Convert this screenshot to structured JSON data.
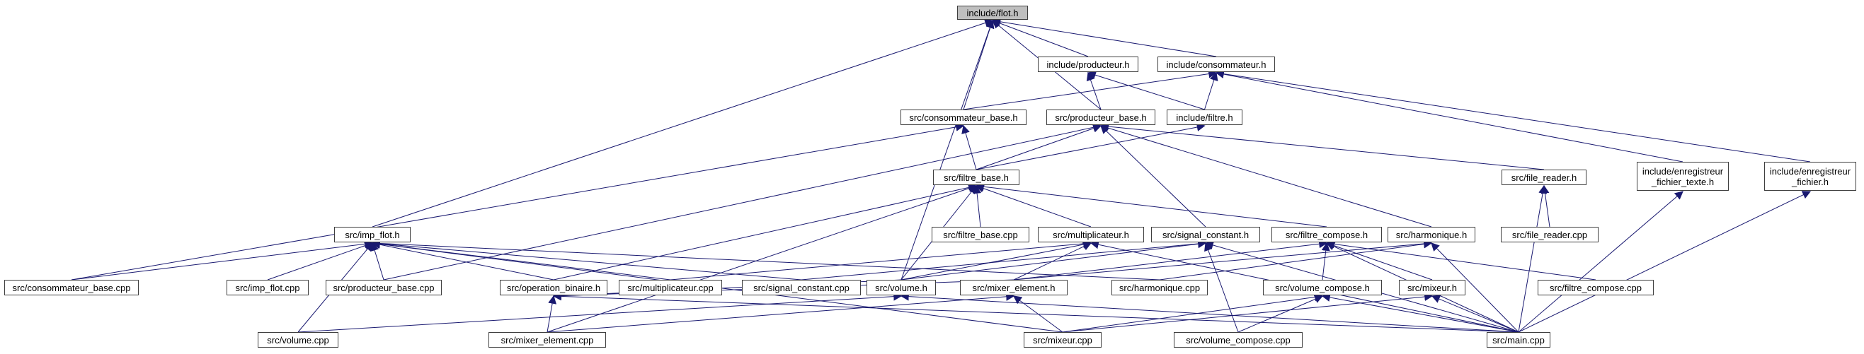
{
  "graph": {
    "title": "include/flot.h",
    "root_color": "#bfbfbf",
    "edge_color": "#191970",
    "nodes": {
      "flot_h": "include/flot.h",
      "producteur_h": "include/producteur.h",
      "consommateur_h": "include/consommateur.h",
      "consommateur_base_h": "src/consommateur_base.h",
      "producteur_base_h": "src/producteur_base.h",
      "filtre_h": "include/filtre.h",
      "filtre_base_h": "src/filtre_base.h",
      "file_reader_h": "src/file_reader.h",
      "enreg_texte_h": "include/enregistreur\n_fichier_texte.h",
      "enreg_fichier_h": "include/enregistreur\n_fichier.h",
      "imp_flot_h": "src/imp_flot.h",
      "filtre_base_cpp": "src/filtre_base.cpp",
      "multiplicateur_h": "src/multiplicateur.h",
      "signal_constant_h": "src/signal_constant.h",
      "filtre_compose_h": "src/filtre_compose.h",
      "harmonique_h": "src/harmonique.h",
      "file_reader_cpp": "src/file_reader.cpp",
      "consommateur_base_cpp": "src/consommateur_base.cpp",
      "imp_flot_cpp": "src/imp_flot.cpp",
      "producteur_base_cpp": "src/producteur_base.cpp",
      "operation_binaire_h": "src/operation_binaire.h",
      "multiplicateur_cpp": "src/multiplicateur.cpp",
      "signal_constant_cpp": "src/signal_constant.cpp",
      "volume_h": "src/volume.h",
      "mixer_element_h": "src/mixer_element.h",
      "harmonique_cpp": "src/harmonique.cpp",
      "volume_compose_h": "src/volume_compose.h",
      "mixeur_h": "src/mixeur.h",
      "filtre_compose_cpp": "src/filtre_compose.cpp",
      "volume_cpp": "src/volume.cpp",
      "mixer_element_cpp": "src/mixer_element.cpp",
      "mixeur_cpp": "src/mixeur.cpp",
      "volume_compose_cpp": "src/volume_compose.cpp",
      "main_cpp": "src/main.cpp"
    }
  }
}
